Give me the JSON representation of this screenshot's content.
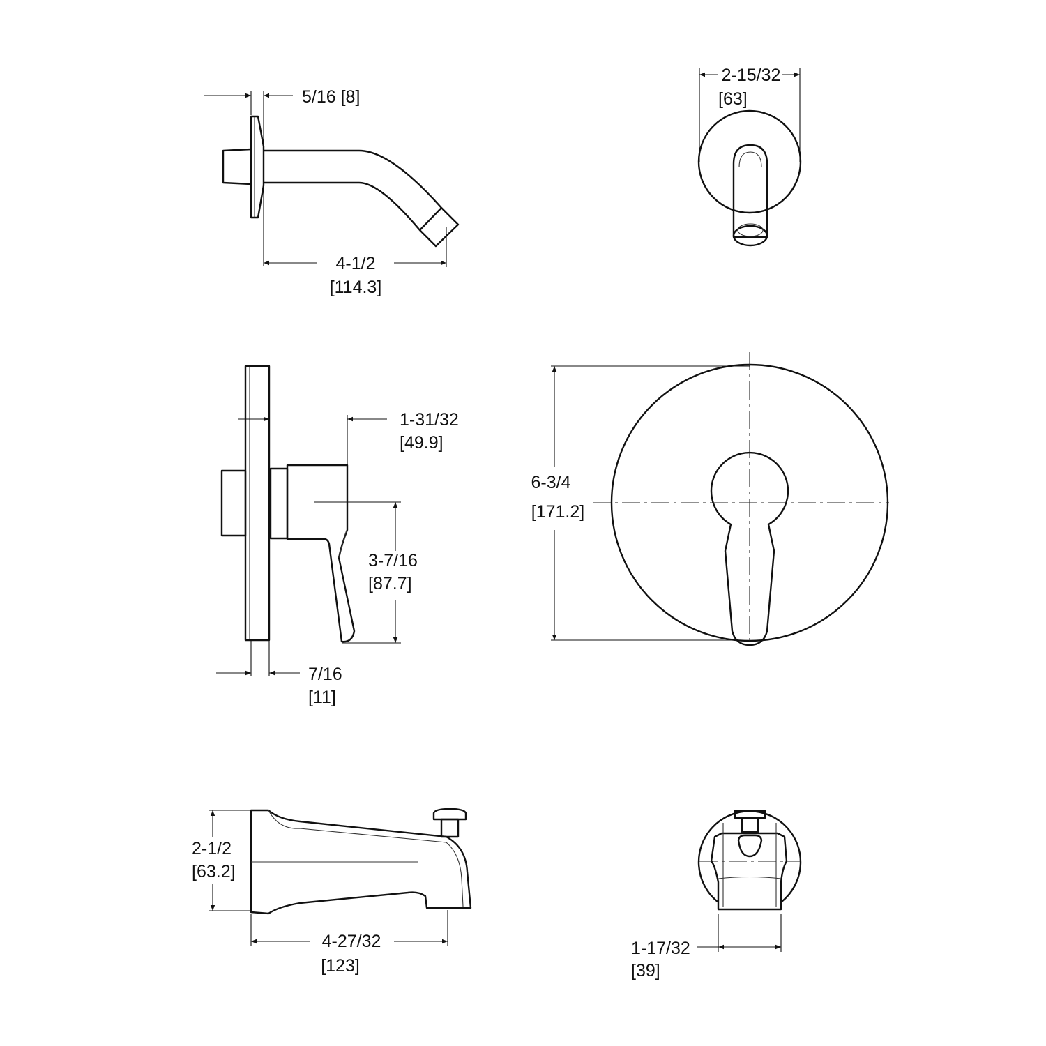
{
  "views": {
    "shower_arm_side": {
      "depth_dim": "5/16 [8]",
      "length_dim": "4-1/2",
      "length_dim_mm": "[114.3]"
    },
    "shower_arm_front": {
      "diameter_dim": "2-15/32",
      "diameter_dim_mm": "[63]"
    },
    "valve_trim_side": {
      "handle_dim": "1-31/32",
      "handle_dim_mm": "[49.9]",
      "lever_dim": "3-7/16",
      "lever_dim_mm": "[87.7]",
      "plate_dim": "7/16",
      "plate_dim_mm": "[11]"
    },
    "valve_trim_front": {
      "diameter_dim": "6-3/4",
      "diameter_dim_mm": "[171.2]"
    },
    "tub_spout_side": {
      "height_dim": "2-1/2",
      "height_dim_mm": "[63.2]",
      "length_dim": "4-27/32",
      "length_dim_mm": "[123]"
    },
    "tub_spout_front": {
      "width_dim": "1-17/32",
      "width_dim_mm": "[39]"
    }
  }
}
